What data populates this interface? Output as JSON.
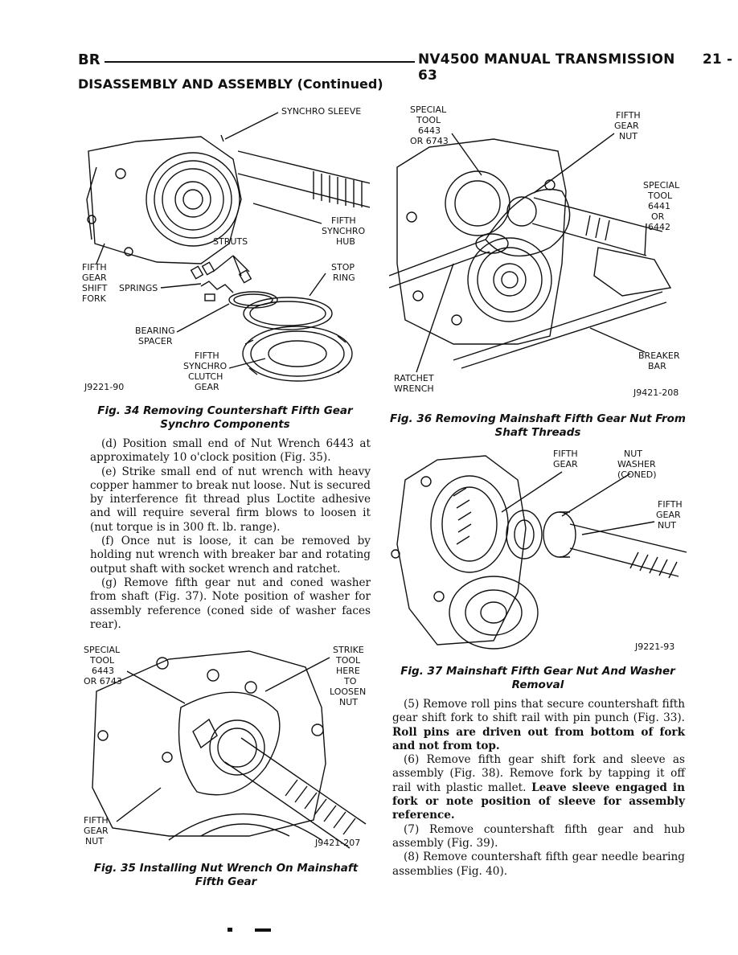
{
  "header": {
    "left": "BR",
    "right": "NV4500 MANUAL TRANSMISSION",
    "page": "21 - 63"
  },
  "section_title": "DISASSEMBLY AND ASSEMBLY (Continued)",
  "fig34": {
    "labels": {
      "synchro_sleeve": "SYNCHRO SLEEVE",
      "fifth_synchro_hub": [
        "FIFTH",
        "SYNCHRO",
        "HUB"
      ],
      "struts": "STRUTS",
      "stop_ring": [
        "STOP",
        "RING"
      ],
      "fifth_gear_shift_fork": [
        "FIFTH",
        "GEAR",
        "SHIFT",
        "FORK"
      ],
      "springs": "SPRINGS",
      "bearing_spacer": [
        "BEARING",
        "SPACER"
      ],
      "fifth_synchro_clutch_gear": [
        "FIFTH",
        "SYNCHRO",
        "CLUTCH",
        "GEAR"
      ]
    },
    "code": "J9221-90",
    "caption": "Fig. 34 Removing Countershaft Fifth Gear Synchro Components"
  },
  "fig35": {
    "labels": {
      "special_tool": [
        "SPECIAL",
        "TOOL",
        "6443",
        "OR 6743"
      ],
      "strike_tool": [
        "STRIKE",
        "TOOL",
        "HERE",
        "TO",
        "LOOSEN",
        "NUT"
      ],
      "fifth_gear_nut": [
        "FIFTH",
        "GEAR",
        "NUT"
      ]
    },
    "code": "J9421-207",
    "caption": "Fig. 35 Installing Nut Wrench On Mainshaft Fifth Gear"
  },
  "fig36": {
    "labels": {
      "special_tool_6443": [
        "SPECIAL",
        "TOOL",
        "6443",
        "OR 6743"
      ],
      "fifth_gear_nut": [
        "FIFTH",
        "GEAR",
        "NUT"
      ],
      "special_tool_6441": [
        "SPECIAL",
        "TOOL",
        "6441",
        "OR",
        "6442"
      ],
      "breaker_bar": [
        "BREAKER",
        "BAR"
      ],
      "ratchet_wrench": [
        "RATCHET",
        "WRENCH"
      ]
    },
    "code": "J9421-208",
    "caption": "Fig. 36 Removing Mainshaft Fifth Gear Nut From Shaft Threads"
  },
  "fig37": {
    "labels": {
      "fifth_gear": [
        "FIFTH",
        "GEAR"
      ],
      "nut_washer": [
        "NUT",
        "WASHER",
        "(CONED)"
      ],
      "fifth_gear_nut": [
        "FIFTH",
        "GEAR",
        "NUT"
      ]
    },
    "code": "J9221-93",
    "caption": "Fig. 37 Mainshaft Fifth Gear Nut And Washer Removal"
  },
  "left_text": [
    "(d) Position small end of Nut Wrench 6443 at approximately 10 o'clock position (Fig. 35).",
    "(e) Strike small end of nut wrench with heavy copper hammer to break nut loose. Nut is secured by interference fit thread plus Loctite adhesive and will require several firm blows to loosen it (nut torque is in 300 ft. lb. range).",
    "(f) Once nut is loose, it can be removed by holding nut wrench with breaker bar and rotating output shaft with socket wrench and ratchet.",
    "(g) Remove fifth gear nut and coned washer from shaft (Fig. 37). Note position of washer for assembly reference (coned side of washer faces rear)."
  ],
  "right_text": {
    "p5": "(5) Remove roll pins that secure countershaft fifth gear shift fork to shift rail with pin punch (Fig. 33).",
    "p5_bold": "Roll pins are driven out from bottom of fork and not from top.",
    "p6": "(6) Remove fifth gear shift fork and sleeve as assembly (Fig. 38). Remove fork by tapping it off rail with plastic mallet.",
    "p6_bold": "Leave sleeve engaged in fork or note position of sleeve for assembly reference.",
    "p7": "(7) Remove countershaft fifth gear and hub assembly (Fig. 39).",
    "p8": "(8) Remove countershaft fifth gear needle bearing assemblies (Fig. 40)."
  }
}
